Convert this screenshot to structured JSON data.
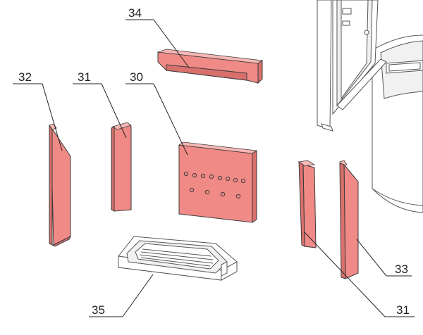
{
  "callouts": {
    "c34": "34",
    "c32": "32",
    "c31_top": "31",
    "c30": "30",
    "c33": "33",
    "c31_bottom": "31",
    "c35": "35"
  },
  "colors": {
    "firebrick": "#f08a86",
    "firebrick_shade": "#d9706c",
    "line": "#222222"
  }
}
